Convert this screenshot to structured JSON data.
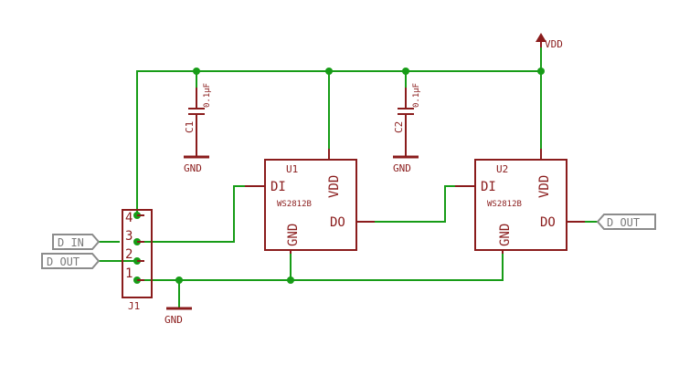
{
  "power": {
    "vdd_label": "VDD"
  },
  "capacitors": [
    {
      "ref": "C1",
      "value": "0.1µF",
      "gnd": "GND"
    },
    {
      "ref": "C2",
      "value": "0.1µF",
      "gnd": "GND"
    }
  ],
  "leds": [
    {
      "ref": "U1",
      "part": "WS2812B",
      "pin_di": "DI",
      "pin_do": "DO",
      "pin_vdd": "VDD",
      "pin_gnd": "GND"
    },
    {
      "ref": "U2",
      "part": "WS2812B",
      "pin_di": "DI",
      "pin_do": "DO",
      "pin_vdd": "VDD",
      "pin_gnd": "GND"
    }
  ],
  "connector": {
    "ref": "J1",
    "pins": [
      "4",
      "3",
      "2",
      "1"
    ],
    "gnd": "GND"
  },
  "ports": {
    "d_in": "D_IN",
    "d_out_left": "D_OUT",
    "d_out_right": "D_OUT"
  },
  "colors": {
    "wire": "#179c17",
    "part": "#8a1c1c",
    "port": "#8c8c8c"
  }
}
